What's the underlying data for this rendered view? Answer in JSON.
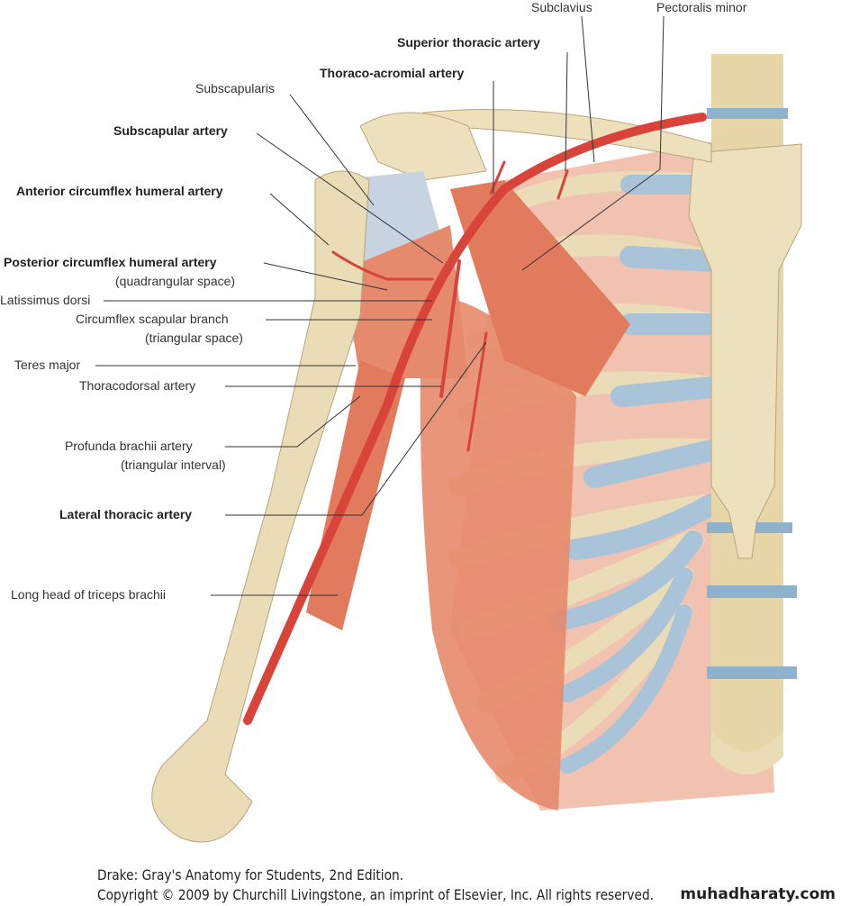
{
  "labels": {
    "subclavius": "Subclavius",
    "pectoralis_minor": "Pectoralis minor",
    "superior_thoracic_artery": "Superior thoracic artery",
    "thoraco_acromial_artery": "Thoraco-acromial artery",
    "subscapularis": "Subscapularis",
    "subscapular_artery": "Subscapular artery",
    "anterior_circumflex_humeral_artery": "Anterior circumflex humeral artery",
    "posterior_circumflex_humeral_artery": "Posterior circumflex humeral artery",
    "quadrangular_space": "(quadrangular space)",
    "latissimus_dorsi": "Latissimus dorsi",
    "circumflex_scapular_branch": "Circumflex scapular branch",
    "triangular_space": "(triangular space)",
    "teres_major": "Teres major",
    "thoracodorsal_artery": "Thoracodorsal artery",
    "profunda_brachii_artery": "Profunda brachii artery",
    "triangular_interval": "(triangular interval)",
    "lateral_thoracic_artery": "Lateral thoracic artery",
    "long_head_triceps": "Long head of triceps brachii"
  },
  "caption": {
    "line1": "Drake: Gray's Anatomy for Students, 2nd Edition.",
    "line2": "Copyright © 2009 by Churchill Livingstone, an imprint of Elsevier, Inc. All rights reserved."
  },
  "watermark": "muhadharaty.com",
  "colors": {
    "bone": "#e9dcb6",
    "muscle": "#e58a6c",
    "artery": "#d8443a",
    "cartilage": "#a9c4d8"
  }
}
